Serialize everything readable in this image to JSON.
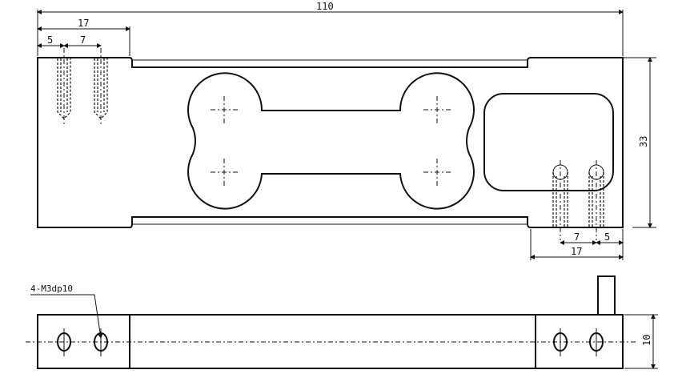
{
  "drawing": {
    "dimensions": {
      "overall_length": "110",
      "left_hole_offset": "17",
      "left_first_hole": "5",
      "left_hole_spacing": "7",
      "height": "33",
      "right_hole_spacing": "7",
      "right_last_hole": "5",
      "right_hole_offset": "17",
      "thickness": "10"
    },
    "callout": "4-M3dp10",
    "line_color": "#111111"
  }
}
